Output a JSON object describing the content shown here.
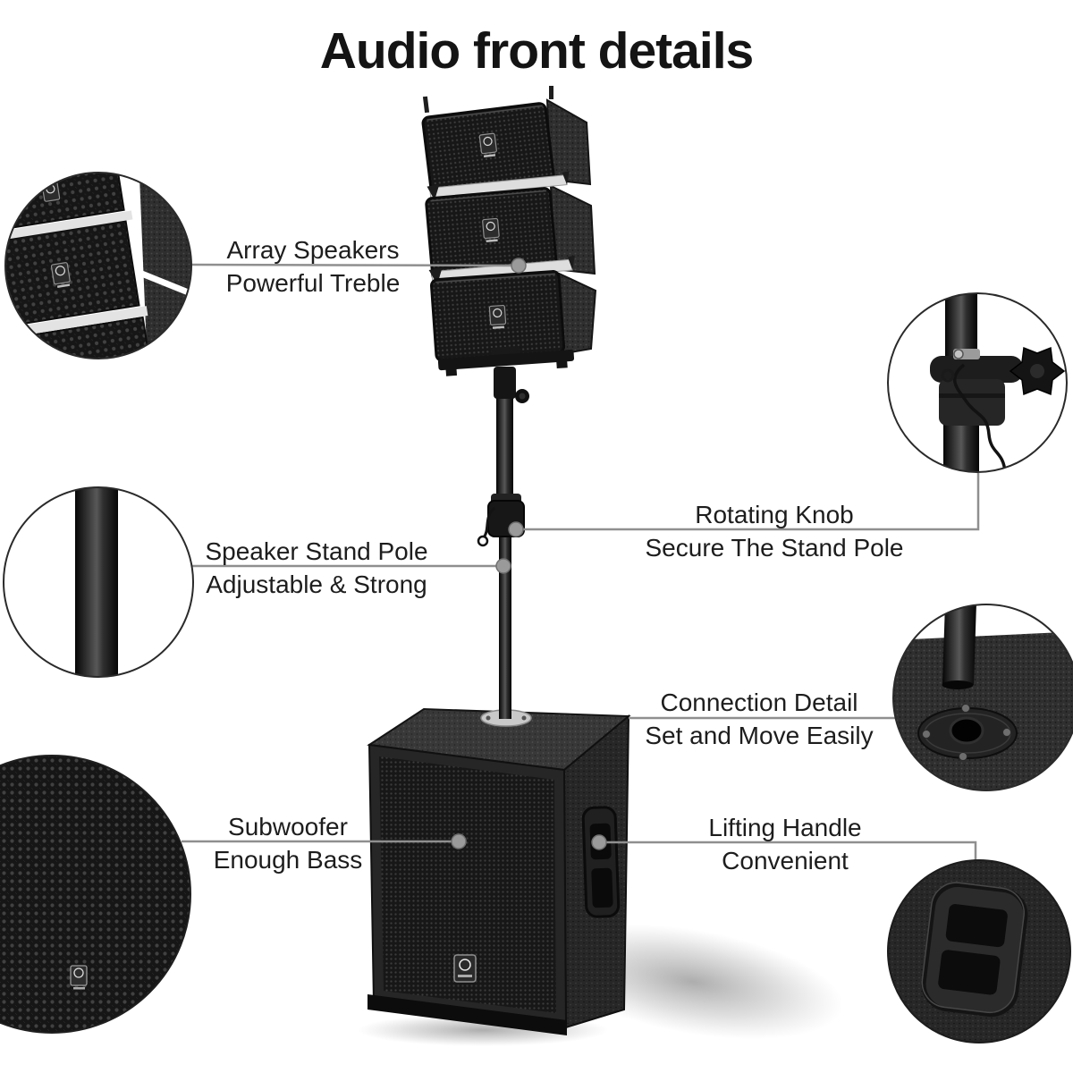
{
  "title": "Audio front details",
  "colors": {
    "background": "#ffffff",
    "text": "#1d1d1d",
    "connector_line": "#8f8f8f",
    "connector_dot": "#9a9a9a",
    "product_black": "#1a1a1a",
    "rail_gray": "#dedede"
  },
  "labels": {
    "array_speakers": {
      "line1": "Array Speakers",
      "line2": "Powerful Treble"
    },
    "speaker_stand_pole": {
      "line1": "Speaker Stand Pole",
      "line2": "Adjustable & Strong"
    },
    "rotating_knob": {
      "line1": "Rotating Knob",
      "line2": "Secure The Stand Pole"
    },
    "connection_detail": {
      "line1": "Connection Detail",
      "line2": "Set and Move Easily"
    },
    "subwoofer": {
      "line1": "Subwoofer",
      "line2": "Enough Bass"
    },
    "lifting_handle": {
      "line1": "Lifting Handle",
      "line2": "Convenient"
    }
  },
  "callouts": [
    {
      "name": "array-speakers-closeup"
    },
    {
      "name": "stand-pole-closeup"
    },
    {
      "name": "subwoofer-grille-closeup"
    },
    {
      "name": "rotating-knob-closeup"
    },
    {
      "name": "connection-socket-closeup"
    },
    {
      "name": "lifting-handle-closeup"
    }
  ]
}
